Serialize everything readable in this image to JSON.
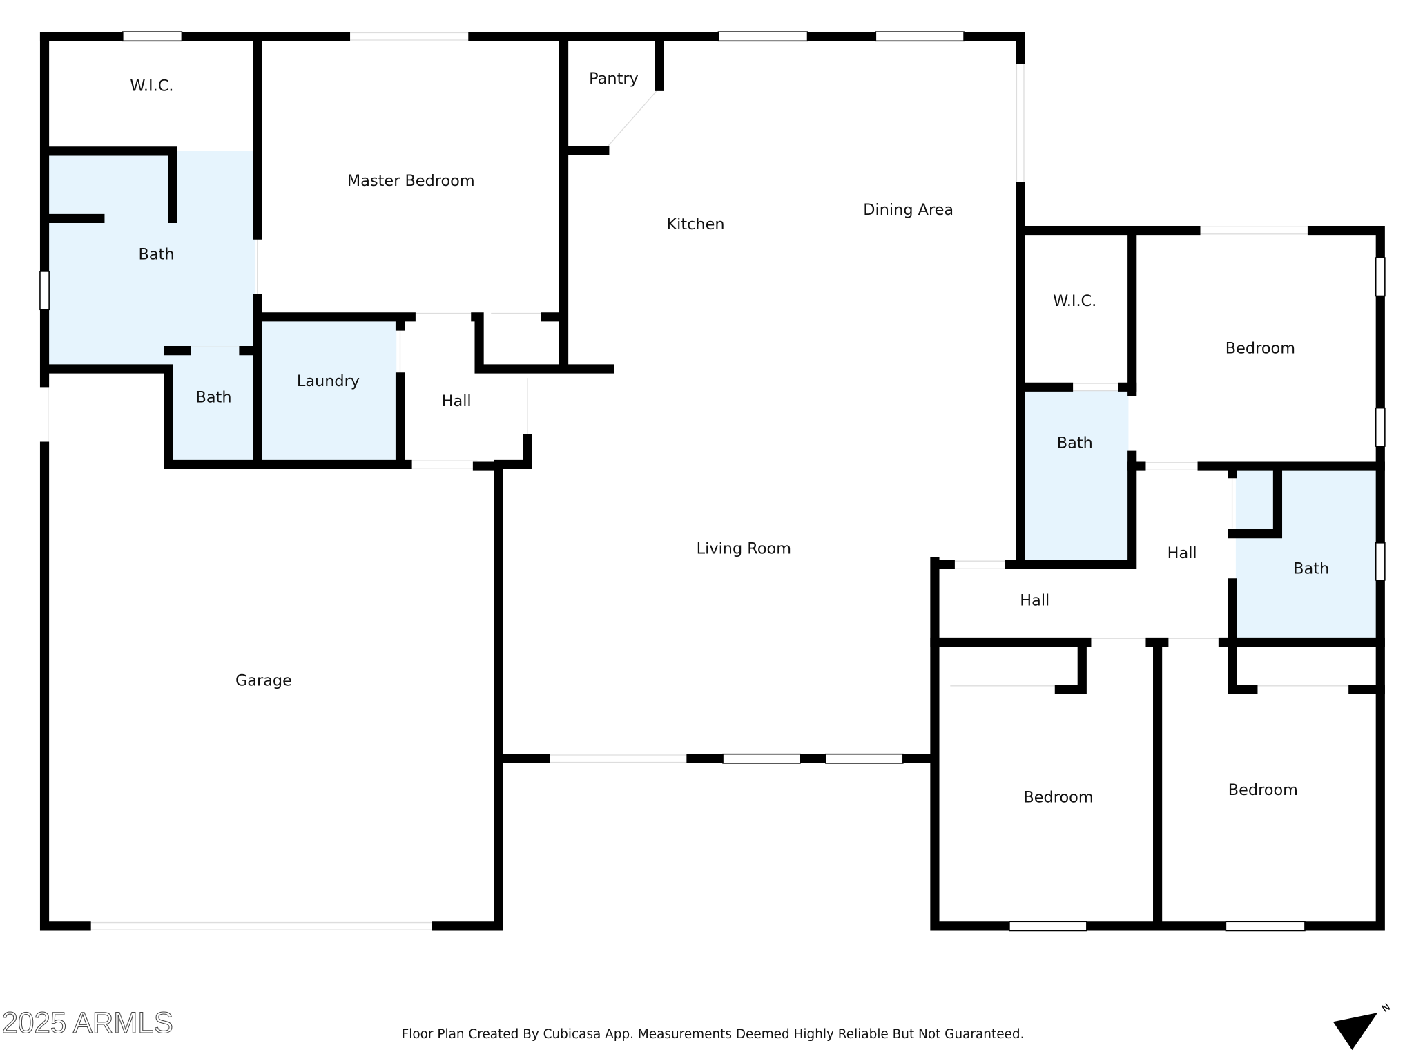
{
  "rooms": {
    "wic_master": "W.I.C.",
    "master_bedroom": "Master Bedroom",
    "pantry": "Pantry",
    "kitchen": "Kitchen",
    "dining_area": "Dining Area",
    "master_bath": "Bath",
    "half_bath": "Bath",
    "laundry": "Laundry",
    "hall_left": "Hall",
    "living_room": "Living Room",
    "garage": "Garage",
    "wic_right": "W.I.C.",
    "bedroom_ne": "Bedroom",
    "bath_right_1": "Bath",
    "hall_right_upper": "Hall",
    "bath_right_2": "Bath",
    "hall_right_lower": "Hall",
    "bedroom_sw": "Bedroom",
    "bedroom_se": "Bedroom"
  },
  "footer": {
    "watermark": "2025 ARMLS",
    "disclaimer": "Floor Plan Created By Cubicasa App. Measurements Deemed Highly Reliable But Not Guaranteed.",
    "compass_label": "N"
  },
  "colors": {
    "wet_room_fill": "#e6f4fd",
    "wall": "#000000"
  }
}
